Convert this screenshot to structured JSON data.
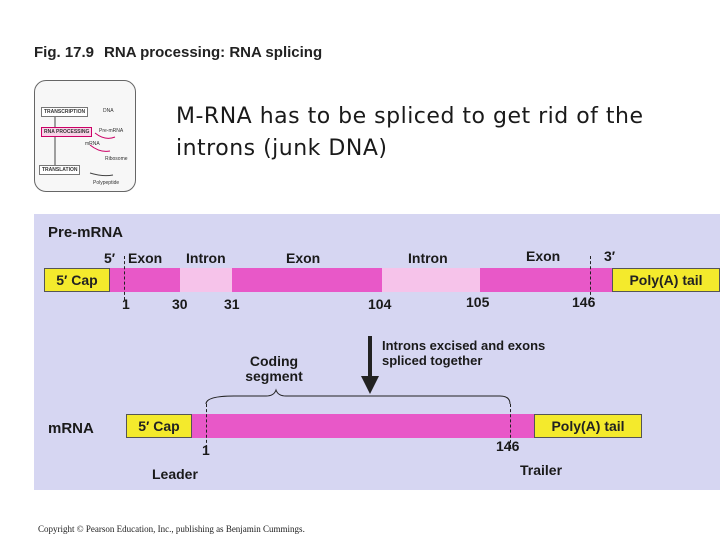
{
  "figure": {
    "number": "Fig. 17.9",
    "title": "RNA processing: RNA splicing"
  },
  "thumbnail": {
    "transcription": "TRANSCRIPTION",
    "dna": "DNA",
    "rna_processing": "RNA PROCESSING",
    "pre_mrna": "Pre-mRNA",
    "mrna": "mRNA",
    "translation": "TRANSLATION",
    "ribosome": "Ribosome",
    "polypeptide": "Polypeptide"
  },
  "heading": "M-RNA has to be spliced to get rid of the introns (junk DNA)",
  "diagram": {
    "pre_mrna_label": "Pre-mRNA",
    "five_prime": "5′",
    "three_prime": "3′",
    "regions": [
      "Exon",
      "Intron",
      "Exon",
      "Intron",
      "Exon"
    ],
    "cap": "5′ Cap",
    "tail": "Poly(A) tail",
    "positions": [
      "1",
      "30",
      "31",
      "104",
      "105",
      "146"
    ],
    "coding_segment": "Coding segment",
    "arrow_note": "Introns excised and exons spliced together",
    "mrna_label": "mRNA",
    "mrna_positions": [
      "1",
      "146"
    ],
    "leader": "Leader",
    "trailer": "Trailer",
    "colors": {
      "exon": "#e858c8",
      "intron": "#f6c3ea",
      "cap": "#f4ea2c",
      "panel": "#d6d6f2"
    }
  },
  "copyright": "Copyright © Pearson Education, Inc., publishing as Benjamin Cummings."
}
